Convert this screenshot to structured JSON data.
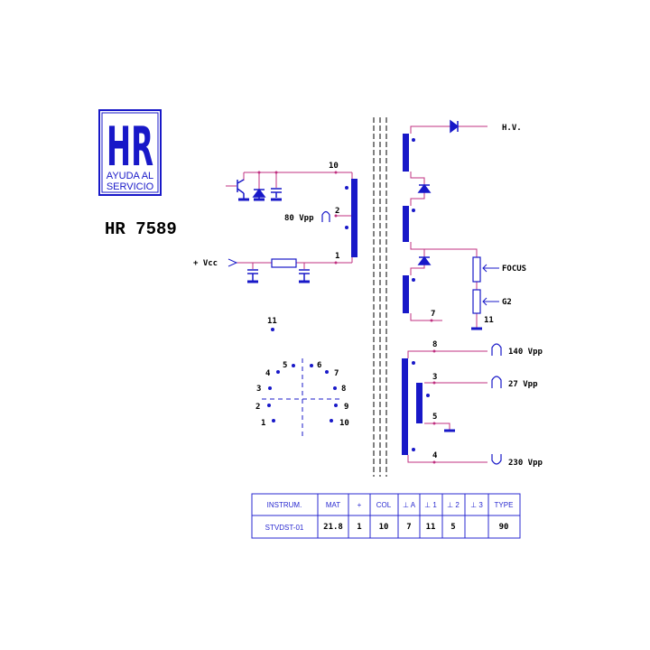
{
  "colors": {
    "component": "#1818c8",
    "wire": "#c03080",
    "ink": "#000000",
    "table_line": "#2a2ad0",
    "background": "#ffffff"
  },
  "logo": {
    "mark": "HR",
    "line1": "AYUDA AL",
    "line2": "SERVICIO"
  },
  "model": "HR 7589",
  "schematic": {
    "hv_label": "H.V.",
    "focus_label": "FOCUS",
    "g2_label": "G2",
    "vcc_label": "+ Vcc",
    "primary_pulse": "80 Vpp",
    "pins": {
      "p10": "10",
      "p2": "2",
      "p1": "1",
      "p7": "7",
      "p11_focus": "11",
      "p8": "8",
      "p3": "3",
      "p5": "5",
      "p4": "4"
    },
    "outputs": {
      "p8": "140 Vpp",
      "p3": "27 Vpp",
      "p4": "230 Vpp"
    }
  },
  "pinout": {
    "center_pin": "11",
    "pins": [
      "1",
      "2",
      "3",
      "4",
      "5",
      "6",
      "7",
      "8",
      "9",
      "10"
    ]
  },
  "table": {
    "headers": [
      "INSTRUM.",
      "MAT",
      "+",
      "COL",
      "⊥ A",
      "⊥ 1",
      "⊥ 2",
      "⊥ 3",
      "TYPE"
    ],
    "row": [
      "STVDST-01",
      "21.8",
      "1",
      "10",
      "7",
      "11",
      "5",
      "",
      "90"
    ]
  }
}
